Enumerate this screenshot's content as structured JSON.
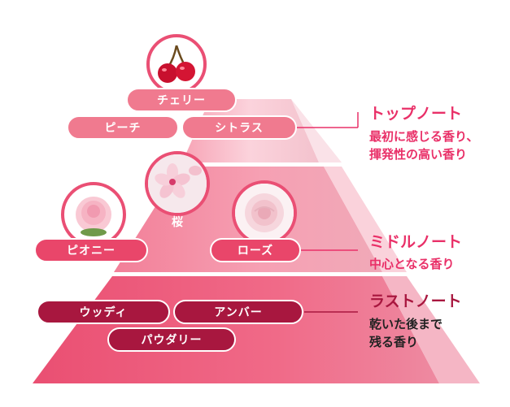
{
  "notes": {
    "top": {
      "title": "トップノート",
      "desc": "最初に感じる香り、\n揮発性の高い香り",
      "items": [
        "チェリー",
        "ピーチ",
        "シトラス"
      ],
      "icons": {
        "cherry": "cherry-icon"
      }
    },
    "middle": {
      "title": "ミドルノート",
      "desc": "中心となる香り",
      "items": [
        "桜",
        "ピオニー",
        "ローズ"
      ],
      "icons": {
        "sakura": "sakura-flower-icon",
        "peony": "peony-flower-icon",
        "rose": "rose-flower-icon"
      }
    },
    "last": {
      "title": "ラストノート",
      "desc": "乾いた後まで\n残る香り",
      "items": [
        "ウッディ",
        "アンバー",
        "パウダリー"
      ]
    }
  },
  "colors": {
    "pink_light": "#f8b6c4",
    "pink_mid": "#f2607f",
    "pink_dark": "#e13261",
    "accent": "#e93068",
    "deep": "#a8173f"
  }
}
